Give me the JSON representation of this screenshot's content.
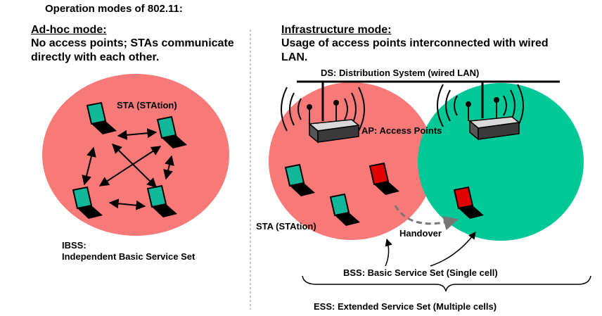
{
  "title": "Operation modes of 802.11:",
  "adhoc": {
    "heading": "Ad-hoc mode:",
    "desc_line1": "No access points; STAs communicate",
    "desc_line2": "directly with each other.",
    "sta_label": "STA (STAtion)",
    "ibss_line1": "IBSS:",
    "ibss_line2": "Independent Basic Service Set"
  },
  "infra": {
    "heading": "Infrastructure mode:",
    "desc_line1": "Usage of access points interconnected with wired",
    "desc_line2": "LAN.",
    "ds_label": "DS: Distribution System (wired LAN)",
    "ap_label": "AP: Access Points",
    "sta_label": "STA (STAtion)",
    "handover_label": "Handover",
    "bss_label": "BSS: Basic Service Set (Single cell)",
    "ess_label": "ESS: Extended Service Set (Multiple cells)"
  },
  "colors": {
    "cell_red": "#f87a78",
    "cell_green": "#00c896",
    "sta_screen": "#12b79a",
    "sta_active_screen": "#e00000",
    "ap_body": "#3a3a3a"
  }
}
